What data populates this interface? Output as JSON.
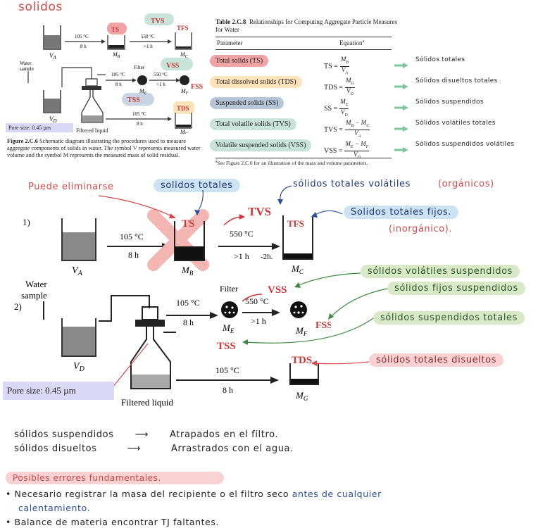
{
  "header": {
    "title": "solidos"
  },
  "small_figure": {
    "ts_tag": "TS",
    "tvs_tag": "TVS",
    "tfs_tag": "TFS",
    "vss_tag": "VSS",
    "fss_tag": "FSS",
    "tss_tag": "TSS",
    "tds_tag": "TDS",
    "temp_105": "105 °C",
    "temp_550": "550 °C",
    "time_8h": "8 h",
    "time_1h": ">1 h",
    "va": "V",
    "va_sub": "A",
    "vd": "V",
    "vd_sub": "D",
    "mb": "M",
    "mb_sub": "B",
    "mc": "M",
    "mc_sub": "C",
    "me": "M",
    "me_sub": "E",
    "mf": "M",
    "mf_sub": "F",
    "mg": "M",
    "mg_sub": "G",
    "water_sample_1": "Water",
    "water_sample_2": "sample",
    "filter": "Filter",
    "pore_size": "Pore size: 0.45 µm",
    "filtered_liquid": "Filtered liquid",
    "caption_label": "Figure 2.C.6",
    "caption_text": "Schematic diagram illustrating the procedures used to measure aggregate components of solids in water. The symbol V represents measured water volume and the symbol M represents the measured mass of solid residual."
  },
  "table": {
    "title_label": "Table 2.C.8",
    "title_text": "Relationships for Computing Aggregate Particle Measures for Water",
    "col_parameter": "Parameter",
    "col_equation": "Equation",
    "col_equation_sup": "a",
    "rows": [
      {
        "param": "Total solids (TS)",
        "lhs": "TS =",
        "num": "M",
        "num_sub": "B",
        "den": "V",
        "den_sub": "A",
        "es": "Sólidos totales",
        "color": "#f2a3a6"
      },
      {
        "param": "Total dissolved solids (TDS)",
        "lhs": "TDS =",
        "num": "M",
        "num_sub": "G",
        "den": "V",
        "den_sub": "D",
        "es": "Sólidos disueltos totales",
        "color": "#fbe2b8"
      },
      {
        "param": "Suspended solids (SS)",
        "lhs": "SS =",
        "num": "M",
        "num_sub": "E",
        "den": "V",
        "den_sub": "D",
        "es": "Sólidos suspendidos",
        "color": "#b6c6d6"
      },
      {
        "param": "Total volatile solids (TVS)",
        "lhs": "TVS =",
        "num": "M",
        "num_sub": "B",
        "num2": " − M",
        "num2_sub": "C",
        "den": "V",
        "den_sub": "A",
        "es": "Sólidos volátiles totales",
        "color": "#c8e3d8"
      },
      {
        "param": "Volatile suspended solids (VSS)",
        "lhs": "VSS =",
        "num": "M",
        "num_sub": "E",
        "num2": " − M",
        "num2_sub": "F",
        "den": "V",
        "den_sub": "D",
        "es": "Sólidos suspendidos volátiles",
        "color": "#c8e3d8"
      }
    ],
    "footnote_sup": "a",
    "footnote": "See Figure 2.C.6 for an illustration of the mass and volume parameters."
  },
  "big_figure": {
    "step1": "1)",
    "step2": "2)",
    "ts": "TS",
    "tvs": "TVS",
    "tfs": "TFS",
    "vss": "VSS",
    "fss": "FSS",
    "tss": "TSS",
    "tds": "TDS",
    "temp_105": "105 °C",
    "temp_550": "550 °C",
    "time_8h": "8 h",
    "time_1h": ">1 h",
    "time_2h": "-2h.",
    "va": "V",
    "va_sub": "A",
    "vd": "V",
    "vd_sub": "D",
    "mb": "M",
    "mb_sub": "B",
    "mc": "M",
    "mc_sub": "C",
    "me": "M",
    "me_sub": "E",
    "mf": "M",
    "mf_sub": "F",
    "mg": "M",
    "mg_sub": "G",
    "water_1": "Water",
    "water_2": "sample",
    "filter": "Filter",
    "pore_size": "Pore size: 0.45 µm",
    "filtered_liquid": "Filtered liquid"
  },
  "annotations": {
    "puede_eliminarse": "Puede eliminarse",
    "solidos_totales": "solidos totales",
    "solidos_totales_volatiles": "sólidos totales volátiles",
    "organicos": "(orgánicos)",
    "solidos_totales_fijos": "Solidos totales fijos.",
    "inorganico": "(inorgánico).",
    "solidos_volatiles_suspendidos": "sólidos volátiles suspendidos",
    "solidos_fijos_suspendidos": "sólidos fijos suspendidos",
    "solidos_suspendidos_totales": "sólidos suspendidos totales",
    "solidos_totales_disueltos": "sólidos totales disueltos"
  },
  "notes": {
    "line1_term": "sólidos suspendidos",
    "line1_def": "Atrapados en el filtro.",
    "line2_term": "sólidos disueltos",
    "line2_def": "Arrastrados con el agua.",
    "errors_title": "Posibles errores fundamentales.",
    "bullet1_a": "Necesario registrar la masa del recipiente o el filtro seco",
    "bullet1_b": "antes de cualquier",
    "bullet1_c": "calentamiento.",
    "bullet2": "Balance de materia encontrar TJ faltantes."
  },
  "colors": {
    "red": "#d94848",
    "blue_ink": "#2c4f9e",
    "pink": "#f2a3a6",
    "light_blue": "#cde3f1",
    "light_green": "#d9e8c6",
    "light_red": "#f8d2d2",
    "green_arrow": "#7cc59a",
    "lavender": "#d9d9f5"
  }
}
